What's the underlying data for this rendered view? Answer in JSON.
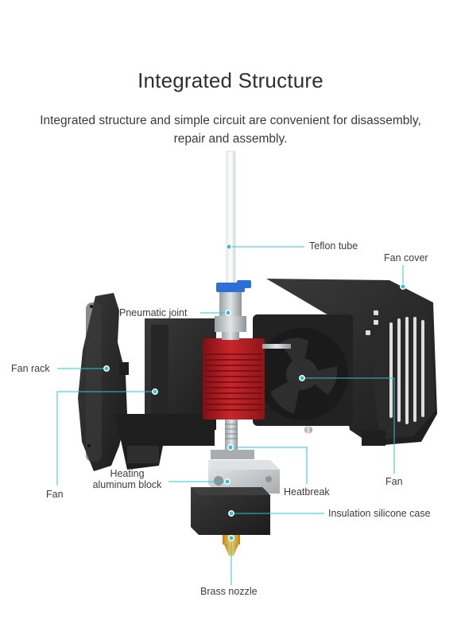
{
  "header": {
    "title": "Integrated Structure",
    "subtitle_line1": "Integrated structure and simple circuit are convenient for disassembly,",
    "subtitle_line2": "repair and assembly."
  },
  "labels": {
    "teflon_tube": "Teflon tube",
    "fan_cover": "Fan cover",
    "pneumatic_joint": "Pneumatic joint",
    "fan_rack": "Fan rack",
    "fan_left": "Fan",
    "fan_right": "Fan",
    "heating_block_line1": "Heating",
    "heating_block_line2": "aluminum block",
    "heatbreak": "Heatbreak",
    "insulation_case": "Insulation silicone case",
    "brass_nozzle": "Brass nozzle"
  },
  "colors": {
    "accent": "#2ec4cf",
    "heatsink_red": "#b81e22",
    "part_dark": "#2b2b2b",
    "aluminum": "#c9ccce",
    "joint_blue": "#2c6fd6",
    "nozzle_brass": "#d9a93a"
  }
}
